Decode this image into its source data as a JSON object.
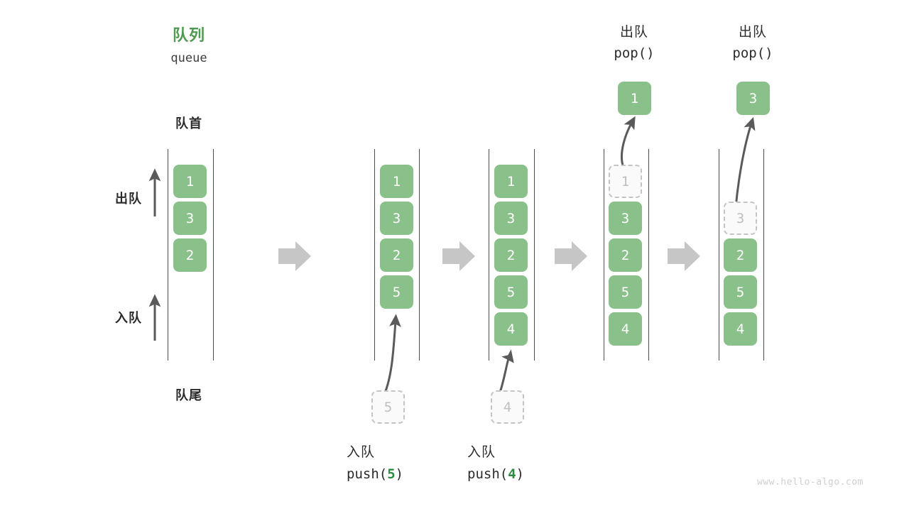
{
  "header": {
    "title_zh": "队列",
    "title_en": "queue"
  },
  "labels": {
    "front": "队首",
    "rear": "队尾",
    "dequeue_flow": "出队",
    "enqueue_flow": "入队"
  },
  "colors": {
    "cell_fill": "#8ac18a",
    "cell_text": "#ffffff",
    "ghost_border": "#c4c4c4",
    "ghost_text": "#bfbfbf",
    "accent_green": "#4e9a51",
    "code_highlight": "#2e8b40",
    "rail": "#4d4d4d",
    "arrow": "#5a5a5a",
    "flow_arrow": "#bfbfbf"
  },
  "columns": [
    {
      "id": "initial",
      "caption_zh": "",
      "caption_code": "",
      "cells": [
        {
          "value": "1",
          "state": "filled"
        },
        {
          "value": "3",
          "state": "filled"
        },
        {
          "value": "2",
          "state": "filled"
        }
      ]
    },
    {
      "id": "after-push-5",
      "caption_zh": "入队",
      "caption_code_prefix": "push(",
      "caption_code_arg": "5",
      "caption_code_suffix": ")",
      "floating_value": "5",
      "cells": [
        {
          "value": "1",
          "state": "filled"
        },
        {
          "value": "3",
          "state": "filled"
        },
        {
          "value": "2",
          "state": "filled"
        },
        {
          "value": "5",
          "state": "filled"
        }
      ]
    },
    {
      "id": "after-push-4",
      "caption_zh": "入队",
      "caption_code_prefix": "push(",
      "caption_code_arg": "4",
      "caption_code_suffix": ")",
      "floating_value": "4",
      "cells": [
        {
          "value": "1",
          "state": "filled"
        },
        {
          "value": "3",
          "state": "filled"
        },
        {
          "value": "2",
          "state": "filled"
        },
        {
          "value": "5",
          "state": "filled"
        },
        {
          "value": "4",
          "state": "filled"
        }
      ]
    },
    {
      "id": "after-pop-1",
      "caption_zh": "出队",
      "caption_code_prefix": "pop(",
      "caption_code_arg": "",
      "caption_code_suffix": ")",
      "popped_value": "1",
      "cells": [
        {
          "value": "1",
          "state": "ghost"
        },
        {
          "value": "3",
          "state": "filled"
        },
        {
          "value": "2",
          "state": "filled"
        },
        {
          "value": "5",
          "state": "filled"
        },
        {
          "value": "4",
          "state": "filled"
        }
      ]
    },
    {
      "id": "after-pop-3",
      "caption_zh": "出队",
      "caption_code_prefix": "pop(",
      "caption_code_arg": "",
      "caption_code_suffix": ")",
      "popped_value": "3",
      "cells": [
        {
          "value": "3",
          "state": "ghost"
        },
        {
          "value": "2",
          "state": "filled"
        },
        {
          "value": "5",
          "state": "filled"
        },
        {
          "value": "4",
          "state": "filled"
        }
      ]
    }
  ],
  "cells": {
    "c1_0": "1",
    "c1_1": "3",
    "c1_2": "2",
    "c2_0": "1",
    "c2_1": "3",
    "c2_2": "2",
    "c2_3": "5",
    "c3_0": "1",
    "c3_1": "3",
    "c3_2": "2",
    "c3_3": "5",
    "c3_4": "4",
    "c4_0": "1",
    "c4_1": "3",
    "c4_2": "2",
    "c4_3": "5",
    "c4_4": "4",
    "c5_0": "3",
    "c5_1": "2",
    "c5_2": "5",
    "c5_3": "4",
    "ghost_push_5": "5",
    "ghost_push_4": "4",
    "popped_1": "1",
    "popped_3": "3"
  },
  "captions": {
    "push5_zh": "入队",
    "push5_pre": "push(",
    "push5_arg": "5",
    "push5_post": ")",
    "push4_zh": "入队",
    "push4_pre": "push(",
    "push4_arg": "4",
    "push4_post": ")",
    "pop1_zh": "出队",
    "pop1_code": "pop()",
    "pop2_zh": "出队",
    "pop2_code": "pop()"
  },
  "watermark": "www.hello-algo.com"
}
